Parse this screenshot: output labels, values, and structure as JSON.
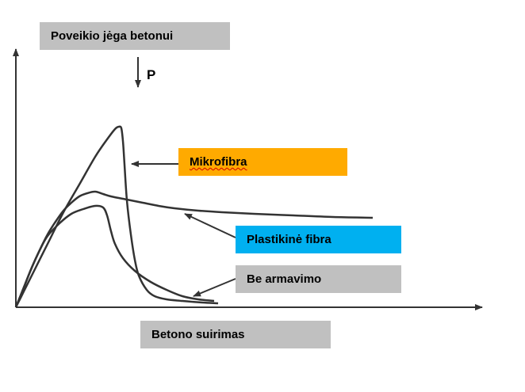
{
  "chart_data": {
    "type": "line",
    "ylabel": "Poveikio jėga betonui",
    "xlabel": "Betono suirimas",
    "load_label": "P",
    "legend": [
      {
        "name": "Mikrofibra",
        "color": "#ffaa00"
      },
      {
        "name": "Plastikinė fibra",
        "color": "#00b0f0"
      },
      {
        "name": "Be armavimo",
        "color": "#c0c0c0"
      }
    ],
    "axis_title_color": "#c0c0c0",
    "curve_color": "#333333",
    "grid": false,
    "series": [
      {
        "id": "mikrofibra",
        "x": [
          0,
          10,
          20,
          40,
          60,
          80,
          100,
          115,
          125,
          130,
          133,
          135,
          137,
          140,
          145,
          150,
          155,
          165,
          175,
          190,
          210,
          235,
          255
        ],
        "y": [
          0,
          20,
          40,
          80,
          120,
          155,
          190,
          212,
          225,
          228,
          226,
          210,
          180,
          135,
          92,
          60,
          40,
          22,
          14,
          10,
          8,
          6,
          5
        ]
      },
      {
        "id": "plastikine_fibra",
        "x": [
          0,
          10,
          20,
          30,
          40,
          50,
          60,
          70,
          80,
          90,
          100,
          110,
          120,
          140,
          160,
          180,
          200,
          230,
          260,
          300,
          350,
          400,
          450
        ],
        "y": [
          0,
          25,
          50,
          72,
          92,
          108,
          122,
          132,
          140,
          144,
          146,
          143,
          140,
          136,
          132,
          128,
          125,
          122,
          120,
          118,
          116,
          114,
          113
        ]
      },
      {
        "id": "be_armavimo",
        "x": [
          0,
          10,
          20,
          30,
          40,
          55,
          70,
          85,
          100,
          110,
          115,
          120,
          125,
          135,
          150,
          170,
          190,
          210,
          230,
          250
        ],
        "y": [
          0,
          25,
          50,
          72,
          90,
          106,
          118,
          124,
          128,
          126,
          116,
          96,
          80,
          62,
          46,
          32,
          22,
          14,
          10,
          8
        ]
      }
    ]
  }
}
